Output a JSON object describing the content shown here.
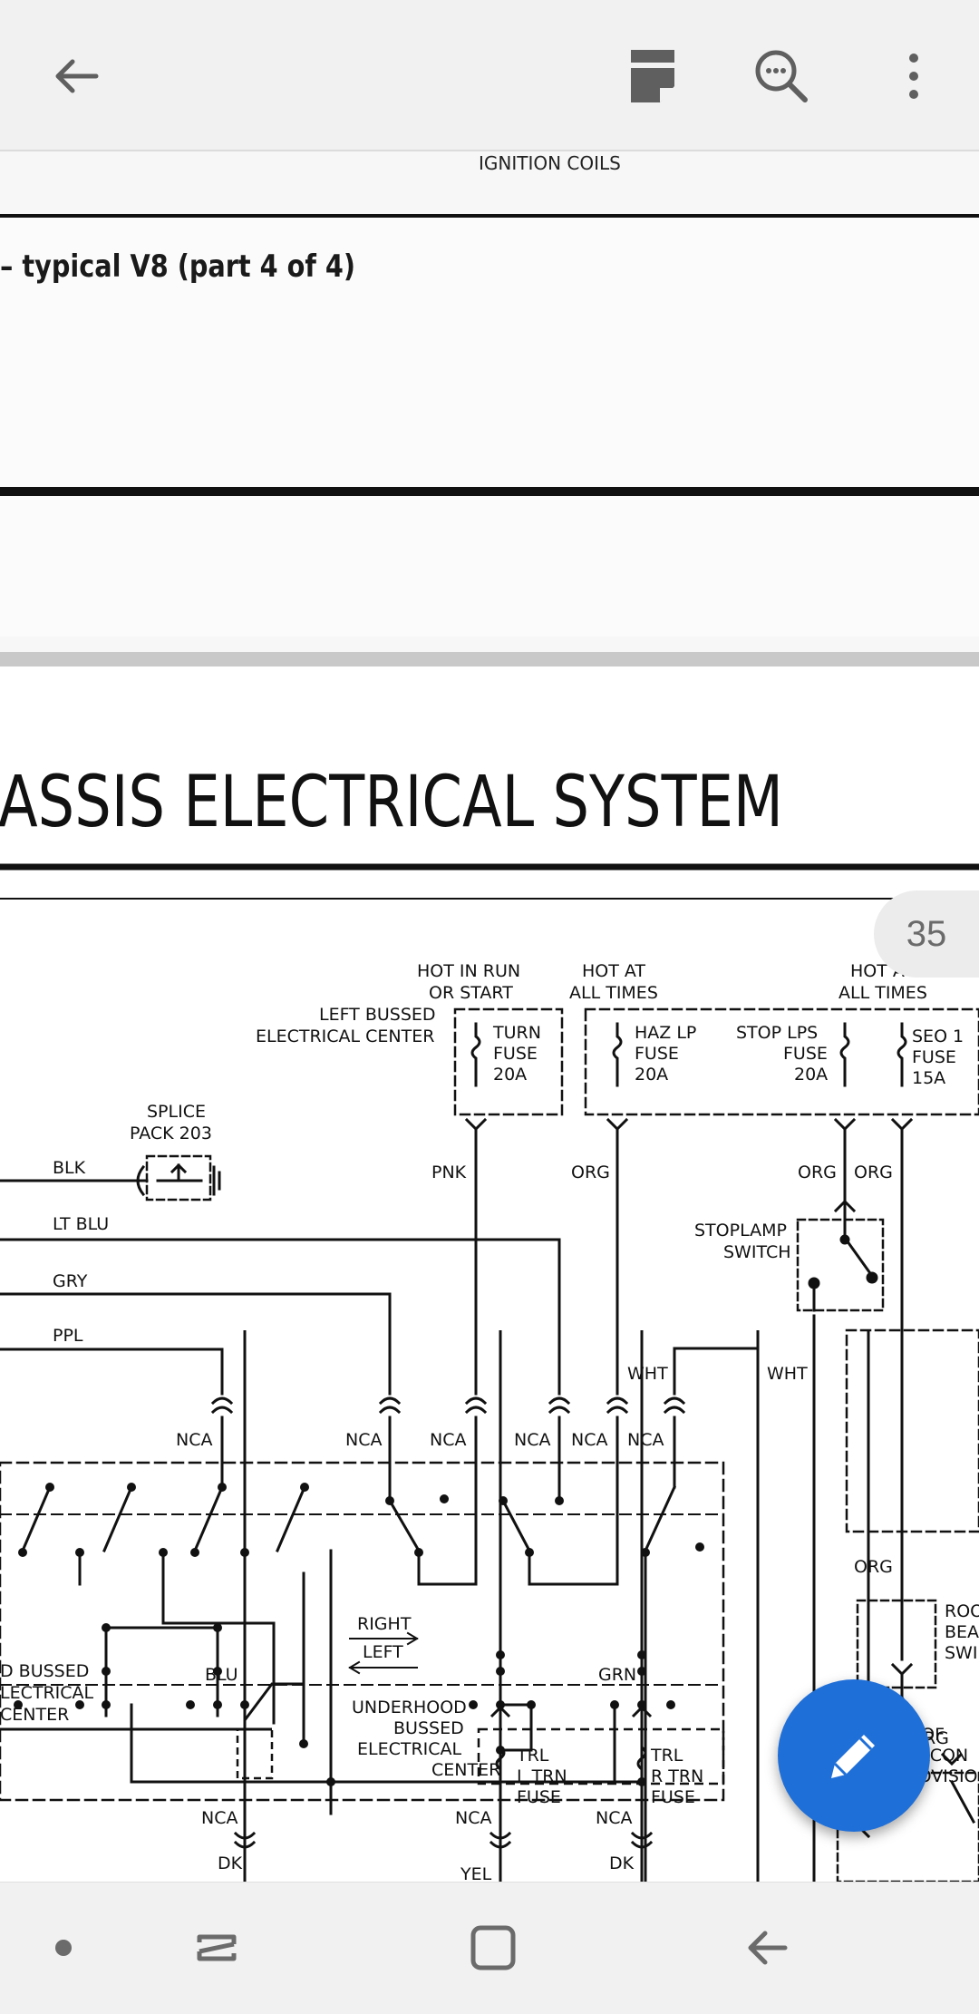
{
  "toolbar": {
    "back_icon": "arrow-left-icon",
    "view_mode_icon": "page-view-icon",
    "search_icon": "search-icon",
    "more_icon": "more-vert-icon"
  },
  "document": {
    "page1_top_label": "IGNITION COILS",
    "page1_caption": "– typical V8 (part 4 of 4)",
    "page2_heading": "ASSIS ELECTRICAL SYSTEM",
    "page_badge": "35"
  },
  "diagram": {
    "hot_run_1": "HOT IN RUN",
    "hot_run_2": "OR START",
    "hot_at_1": "HOT AT",
    "hot_at_2": "ALL TIMES",
    "hot_at_b1": "HOT A",
    "hot_at_b2": "ALL TIMES",
    "left_bussed_1": "LEFT BUSSED",
    "left_bussed_2": "ELECTRICAL CENTER",
    "turn_fuse_1": "TURN",
    "turn_fuse_2": "FUSE",
    "turn_fuse_3": "20A",
    "haz_fuse_1": "HAZ LP",
    "haz_fuse_2": "FUSE",
    "haz_fuse_3": "20A",
    "stop_fuse_1": "STOP LPS",
    "stop_fuse_2": "FUSE",
    "stop_fuse_3": "20A",
    "seo_fuse_1": "SEO 1",
    "seo_fuse_2": "FUSE",
    "seo_fuse_3": "15A",
    "splice_1": "SPLICE",
    "splice_2": "PACK 203",
    "blk": "BLK",
    "pnk": "PNK",
    "org": "ORG",
    "lt_blu": "LT BLU",
    "gry": "GRY",
    "ppl": "PPL",
    "wht": "WHT",
    "stoplamp_1": "STOPLAMP",
    "stoplamp_2": "SWITCH",
    "nca": "NCA",
    "right": "RIGHT",
    "left": "LEFT",
    "roof_1": "ROO",
    "roof_2": "BEA",
    "roof_3": "SWI",
    "dk_blu_1": "DK",
    "dk_blu_2": "BLU",
    "yel": "YEL",
    "dk_grn_1": "DK",
    "dk_grn_2": "GRN",
    "bussed_1": "D BUSSED",
    "bussed_2": "LECTRICAL",
    "bussed_3": "CENTER",
    "underhood_1": "UNDERHOOD",
    "underhood_2": "BUSSED",
    "underhood_3": "ELECTRICAL",
    "underhood_4": "CENTER",
    "trl_l_1": "TRL",
    "trl_l_2": "L TRN",
    "trl_l_3": "FUSE",
    "trl_r_1": "TRL",
    "trl_r_2": "R TRN",
    "trl_r_3": "FUSE",
    "roof_beacon_1": "ROOF",
    "roof_beacon_2": "BEACON",
    "roof_beacon_3": "PROVISIO"
  },
  "fab": {
    "icon": "edit-pencil-icon"
  },
  "navbar": {
    "home_dot_icon": "dot-icon",
    "recents_icon": "recent-apps-icon",
    "home_icon": "home-square-icon",
    "back_icon": "nav-back-icon"
  }
}
